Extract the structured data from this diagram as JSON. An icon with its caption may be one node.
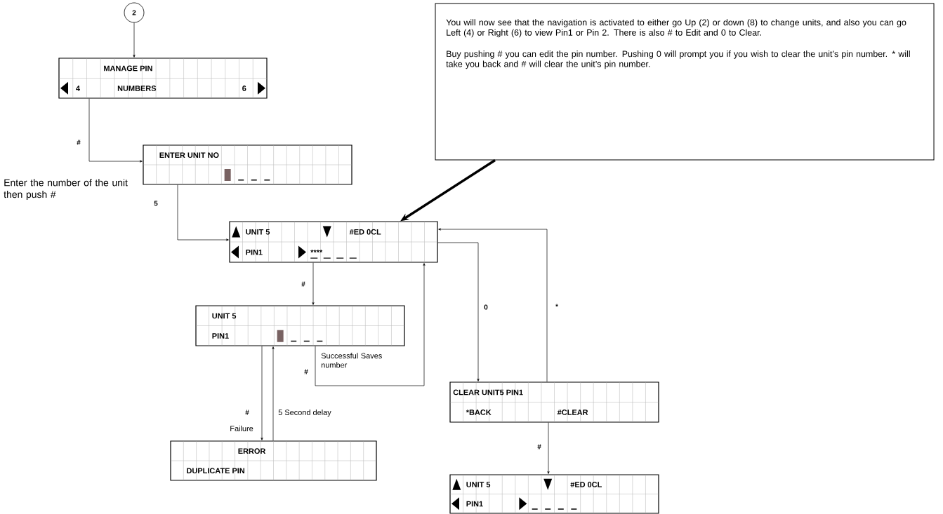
{
  "diagram": {
    "nodes": [
      {
        "text": [
          "2"
        ]
      },
      {
        "text": [
          "MANAGE PIN",
          "4",
          "NUMBERS",
          "6"
        ]
      },
      {
        "text": [
          "You will now see that the navigation is activated to either go Up (2) or down (8) to change units, and also you can go Left (4) or Right (6) to view Pin1 or Pin 2. There is also # to Edit and 0 to Clear.",
          "Buy pushing # you can edit the pin number. Pushing 0 will prompt you if you wish to clear the unit’s pin number. * will take you back and # will clear the unit’s pin number."
        ]
      },
      {
        "text": [
          "ENTER UNIT NO"
        ]
      },
      {
        "text": [
          "UNIT 5",
          "#ED 0CL",
          "PIN1",
          "****"
        ]
      },
      {
        "text": [
          "UNIT 5",
          "PIN1"
        ]
      },
      {
        "text": [
          "CLEAR UNIT5 PIN1",
          "*BACK",
          "#CLEAR"
        ]
      },
      {
        "text": [
          "ERROR",
          "DUPLICATE PIN"
        ]
      },
      {
        "text": [
          "UNIT 5",
          "#ED 0CL",
          "PIN1"
        ]
      }
    ],
    "edges": [
      {
        "from": 0,
        "to": 1,
        "arrow": "to"
      },
      {
        "from": 1,
        "to": 3,
        "arrow": "to",
        "label": "#"
      },
      {
        "from": 3,
        "to": 4,
        "arrow": "to",
        "label": "5"
      },
      {
        "from": 4,
        "to": 5,
        "arrow": "to",
        "label": "#"
      },
      {
        "from": 5,
        "to": 7,
        "arrow": "to",
        "label": "#"
      },
      {
        "from": 7,
        "to": 5,
        "arrow": "to",
        "label": "5 Second delay"
      },
      {
        "from": 5,
        "to": 4,
        "arrow": "to",
        "label": "#"
      },
      {
        "from": 4,
        "to": 6,
        "arrow": "to",
        "label": "0"
      },
      {
        "from": 6,
        "to": 4,
        "arrow": "to",
        "label": "*"
      },
      {
        "from": 6,
        "to": 8,
        "arrow": "to",
        "label": "#"
      },
      {
        "from": 2,
        "to": 4,
        "arrow": "to",
        "style": "thick"
      }
    ],
    "labels": [
      "Enter the number of the unit then push #",
      "Successful Saves number",
      "Failure"
    ]
  }
}
